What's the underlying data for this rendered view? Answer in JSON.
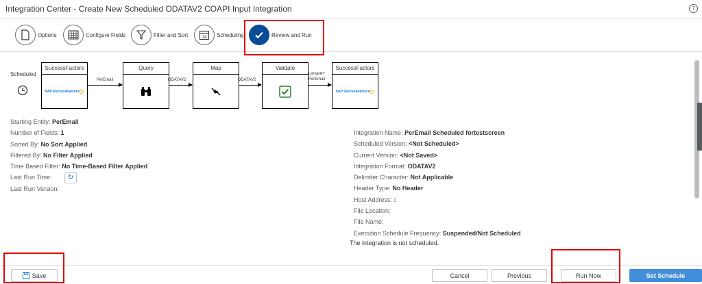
{
  "window": {
    "title": "Integration Center - Create New Scheduled ODATAV2 COAPI Input Integration"
  },
  "steps": [
    {
      "label": "Options",
      "icon": "document-icon"
    },
    {
      "label": "Configure Fields",
      "icon": "grid-icon"
    },
    {
      "label": "Filter and Sort",
      "icon": "funnel-icon"
    },
    {
      "label": "Scheduling",
      "icon": "calendar-icon",
      "calendar_day": "14"
    },
    {
      "label": "Review and Run",
      "icon": "checkmark-icon"
    }
  ],
  "flow": {
    "schedule_label": "Scheduled",
    "nodes": [
      {
        "title": "SuccessFactors",
        "logo": "SAP SuccessFactors"
      },
      {
        "title": "Query"
      },
      {
        "title": "Map"
      },
      {
        "title": "Validate"
      },
      {
        "title": "SuccessFactors",
        "logo": "SAP SuccessFactors"
      }
    ],
    "arrows": [
      {
        "label": "PerEmail"
      },
      {
        "label": "ODATAV2"
      },
      {
        "label": "ODATAV2"
      },
      {
        "label": "UPSERT\nPerEmail"
      }
    ]
  },
  "left_info": [
    {
      "label": "Starting Entity:",
      "value": "PerEmail"
    },
    {
      "label": "Number of Fields:",
      "value": "1"
    },
    {
      "label": "Sorted By:",
      "value": "No Sort Applied"
    },
    {
      "label": "Filtered By:",
      "value": "No Filter Applied"
    },
    {
      "label": "Time Based Filter:",
      "value": "No Time-Based Filter Applied"
    },
    {
      "label": "Last Run Time:",
      "value": ""
    },
    {
      "label": "Last Run Version:",
      "value": ""
    }
  ],
  "right_info": [
    {
      "label": "Integration Name:",
      "value": "PerEmail Scheduled fortestscreen"
    },
    {
      "label": "Scheduled Version:",
      "value": "<Not Scheduled>"
    },
    {
      "label": "Current Version:",
      "value": "<Not Saved>"
    },
    {
      "label": "Integration Format:",
      "value": "ODATAV2"
    },
    {
      "label": "Delimiter Character:",
      "value": "Not Applicable"
    },
    {
      "label": "Header Type:",
      "value": "No Header"
    },
    {
      "label": "Host Address:",
      "value": ":"
    },
    {
      "label": "File Location:",
      "value": ""
    },
    {
      "label": "File Name:",
      "value": ""
    },
    {
      "label": "Execution Schedule Frequency:",
      "value": "Suspended/Not Scheduled"
    }
  ],
  "status_message": "The integration is not scheduled.",
  "footer": {
    "save": "Save",
    "cancel": "Cancel",
    "previous": "Previous",
    "run_now": "Run Now",
    "set_schedule": "Set Schedule"
  },
  "colors": {
    "accent": "#0a4d96",
    "primary_button": "#428eda",
    "highlight": "#e00000",
    "check_green": "#2b7d2b"
  }
}
